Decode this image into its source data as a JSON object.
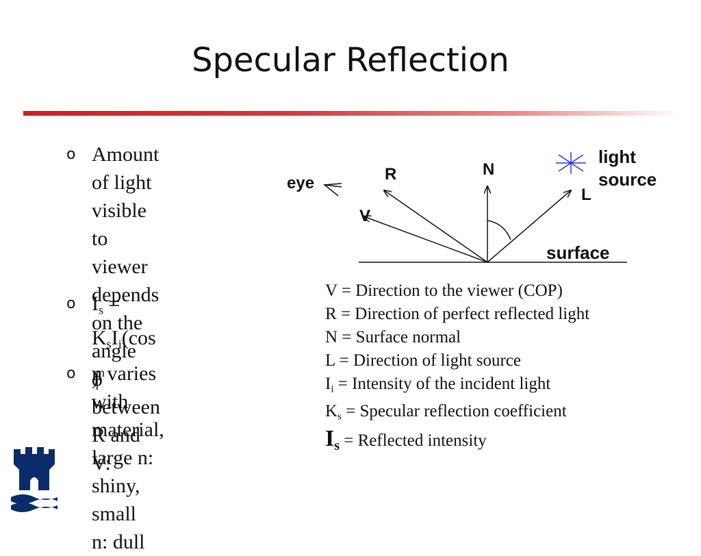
{
  "slide": {
    "title": "Specular Reflection",
    "bullets": [
      {
        "marker": "o",
        "text": "Amount of light\nvisible to viewer\ndepends on the angle\nϕ between R and V:"
      },
      {
        "marker": "o",
        "formula": {
          "a": "I",
          "a_sub": "s",
          "eq": " = K",
          "k_sub": "s",
          "b": "I",
          "b_sub": "i",
          "c": "(cos )",
          "c_sup": "n"
        }
      },
      {
        "marker": "o",
        "text": "n varies with material,\nlarge n: shiny, small\nn: dull"
      }
    ],
    "diagram": {
      "labels": {
        "eye": "eye",
        "R": "R",
        "N": "N",
        "V": "V",
        "L": "L",
        "light": "light",
        "source": "source",
        "surface": "surface"
      },
      "colors": {
        "light_icon": "#2b35d6",
        "lines": "#111111"
      },
      "icons": {
        "eye": "eye-icon",
        "light": "light-burst-icon"
      }
    },
    "definitions": [
      {
        "sym": "V",
        "text": " = Direction to the viewer (COP)"
      },
      {
        "sym": "R",
        "text": " = Direction of perfect reflected light"
      },
      {
        "sym": "N",
        "text": " = Surface normal"
      },
      {
        "sym": "L",
        "text": " = Direction of light source"
      },
      {
        "sym": "I",
        "sub": "i",
        "text": " = Intensity of the incident light"
      },
      {
        "sym": "K",
        "sub": "s",
        "text": " = Specular reflection coefficient"
      },
      {
        "sym": "I",
        "sub": "s",
        "text": " = Reflected intensity"
      }
    ],
    "colors": {
      "rule": "#cc1f24",
      "logo": "#0b2c6b"
    },
    "logo_icon": "university-tower-logo-icon"
  }
}
